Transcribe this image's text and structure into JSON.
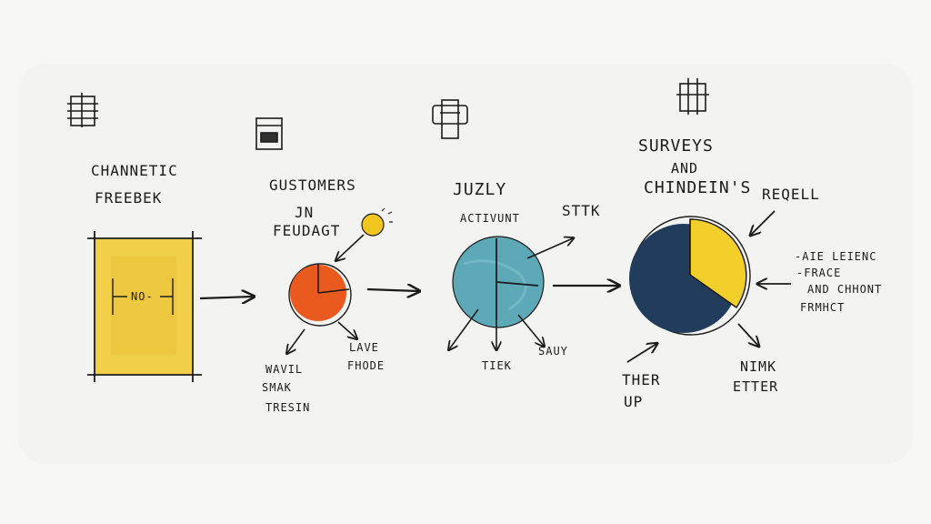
{
  "colors": {
    "paper": "#f7f7f5",
    "ink": "#1b1b1b",
    "yellow": "#f1cc3a",
    "orange": "#ea5a1f",
    "teal": "#5ea9b8",
    "navy": "#223c5c",
    "pie_yellow": "#f2cf2b"
  },
  "icons": [
    "notepad-icon",
    "document-icon",
    "screen-icon",
    "grid-icon"
  ],
  "stage1": {
    "title_line1": "CHANNETIC",
    "title_line2": "FREEBEK",
    "box_label": "NO-"
  },
  "stage2": {
    "title": "GUSTOMERS",
    "sub_line1": "JN",
    "sub_line2": "FEUDAGT",
    "label_bl_1": "WAVIL",
    "label_bl_2": "SMAK",
    "label_bl_3": "TRESIN",
    "label_br_1": "LAVE",
    "label_br_2": "FHODE"
  },
  "stage3": {
    "title_line1": "JUZLY",
    "title_line2": "ACTIVUNT",
    "label_tr": "STTK",
    "label_bl": "TIEK",
    "label_br": "SAUY"
  },
  "stage4": {
    "title_line1": "SURVEYS",
    "title_line2": "AND",
    "title_line3": "CHINDEIN'S",
    "label_tr": "REQELL",
    "right_line1": "-AIE LEIENC",
    "right_line2": "-FRACE",
    "right_line3": "AND CHHONT",
    "right_line4": "FRMHCT",
    "label_bl_1": "THER",
    "label_bl_2": "UP",
    "label_br_1": "NIMK",
    "label_br_2": "ETTER"
  }
}
